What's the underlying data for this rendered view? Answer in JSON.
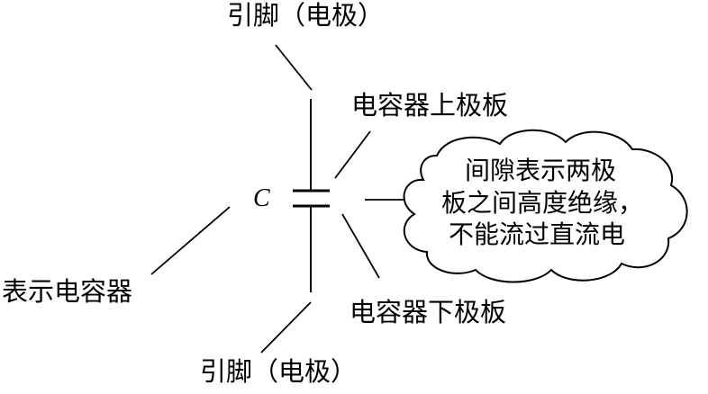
{
  "labels": {
    "pin_top": "引脚（电极）",
    "pin_bottom": "引脚（电极）",
    "upper_plate": "电容器上极板",
    "lower_plate": "电容器下极板",
    "symbol": "C",
    "represents": "表示电容器"
  },
  "callout": {
    "line1": "间隙表示两极",
    "line2": "板之间高度绝缘，",
    "line3": "不能流过直流电"
  },
  "colors": {
    "ink": "#000000",
    "background": "#ffffff"
  }
}
